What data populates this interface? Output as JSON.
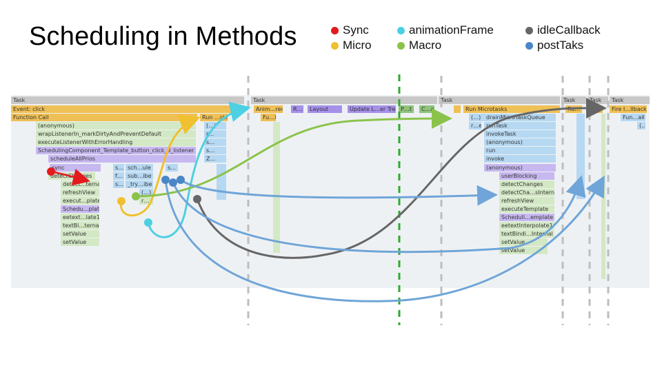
{
  "title": "Scheduling in Methods",
  "legend": [
    {
      "label": "Sync",
      "color": "#e41a1c"
    },
    {
      "label": "Micro",
      "color": "#f0c030"
    },
    {
      "label": "animationFrame",
      "color": "#4dd0e1"
    },
    {
      "label": "Macro",
      "color": "#8bc34a"
    },
    {
      "label": "idleCallback",
      "color": "#666666"
    },
    {
      "label": "postTaks",
      "color": "#4a86c8"
    }
  ],
  "flame": {
    "task": "Task",
    "event_click": "Event: click",
    "function_call": "Function Call",
    "anonymous": "(anonymous)",
    "wrap": "wrapListenerIn_markDirtyAndPreventDefault",
    "execute_listener": "executeListenerWithErrorHandling",
    "template": "SchedulingComponent_Template_button_click_3_listener",
    "schedule_all": "scheduleAllPrios",
    "sync": "sync",
    "detect_changes": "detectChanges",
    "detect_internal": "detect…ternal",
    "refresh_view": "refreshView",
    "execut_plate": "execut…plate",
    "schedu_plate": "Schedu…plate",
    "eetext": "eetext…late1",
    "textbi": "textBi…ternal",
    "set_value": "setValue",
    "s_dots": "s…",
    "f_dots": "f…",
    "sch_ule": "sch…ule",
    "sub_ibe": "sub…ibe",
    "try_ibe": "_try…ibe",
    "paren_dots": "(…)",
    "r_dots": "r…",
    "run_sks": "Run …sks",
    "z_dots": "Z…",
    "anim_red": "Anim…red",
    "fu_ll": "Fu…ll",
    "r_short": "R…",
    "layout": "Layout",
    "update_tree": "Update L…er Tree",
    "p_t": "P…t",
    "c_a": "C…a",
    "run_microtasks": "Run Microtasks",
    "drain": "drainMicroTaskQueue",
    "re": "r…e",
    "run_task": "runTask",
    "invoke_task": "invokeTask",
    "run": "run",
    "invoke": "invoke",
    "user_blocking": "userBlocking",
    "detect_cha_internal": "detectCha…sInternal",
    "execute_template": "executeTemplate",
    "scheduli_emplate": "Scheduli…emplate",
    "eetext_interpolate": "eetextInterpolate1",
    "textbindi_internal": "textBindi…Internal",
    "ru": "Ru…",
    "fire_llback": "Fire I…llback",
    "fun_all": "Fun…all"
  }
}
